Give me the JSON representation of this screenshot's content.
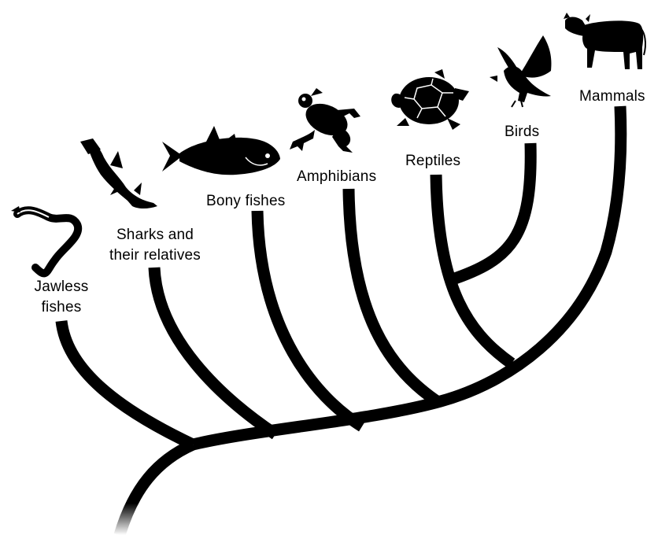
{
  "diagram": {
    "type": "cladogram",
    "line_color": "#000000",
    "taxa": [
      {
        "id": "jawless",
        "icon": "lamprey-icon",
        "label_lines": [
          "Jawless",
          "fishes"
        ]
      },
      {
        "id": "sharks",
        "icon": "shark-icon",
        "label_lines": [
          "Sharks and",
          "their relatives"
        ]
      },
      {
        "id": "bony",
        "icon": "fish-icon",
        "label_lines": [
          "Bony fishes"
        ]
      },
      {
        "id": "amphibians",
        "icon": "frog-icon",
        "label_lines": [
          "Amphibians"
        ]
      },
      {
        "id": "reptiles",
        "icon": "turtle-icon",
        "label_lines": [
          "Reptiles"
        ]
      },
      {
        "id": "birds",
        "icon": "bird-icon",
        "label_lines": [
          "Birds"
        ]
      },
      {
        "id": "mammals",
        "icon": "cow-icon",
        "label_lines": [
          "Mammals"
        ]
      }
    ]
  }
}
